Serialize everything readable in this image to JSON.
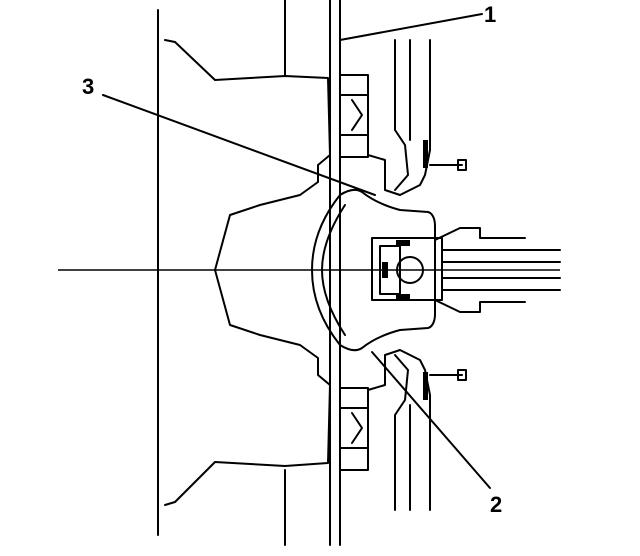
{
  "callouts": [
    {
      "id": "callout-1",
      "label": "1"
    },
    {
      "id": "callout-2",
      "label": "2"
    },
    {
      "id": "callout-3",
      "label": "3"
    }
  ],
  "colors": {
    "line": "#000000",
    "background": "#ffffff"
  }
}
